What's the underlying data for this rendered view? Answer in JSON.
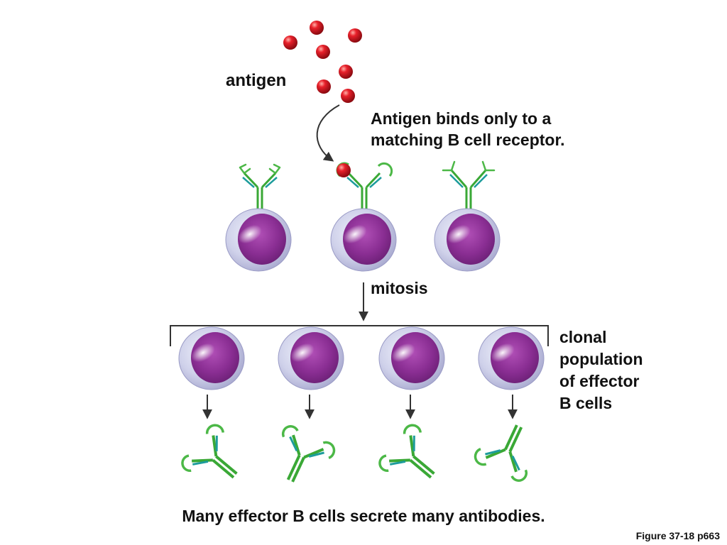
{
  "labels": {
    "antigen": "antigen",
    "binding_caption_lines": [
      "Antigen binds only to a",
      "matching B cell receptor."
    ],
    "mitosis": "mitosis",
    "clonal_lines": [
      "clonal",
      "population",
      "of effector",
      "B cells"
    ],
    "bottom_caption": "Many effector B cells secrete many antibodies.",
    "figure_ref": "Figure 37-18 p663"
  },
  "colors": {
    "antigen": "#d4141e",
    "receptor_green": "#3aa836",
    "receptor_teal": "#1d9c9c",
    "cell_body": "#c9cbe6",
    "nucleus": "#8a2e93",
    "arrow": "#333333"
  },
  "diagram": {
    "antigen_count": 7,
    "b_cells_initial": 3,
    "matching_b_cell": 2,
    "effector_b_cells": 4,
    "antibodies_secreted": 4
  }
}
